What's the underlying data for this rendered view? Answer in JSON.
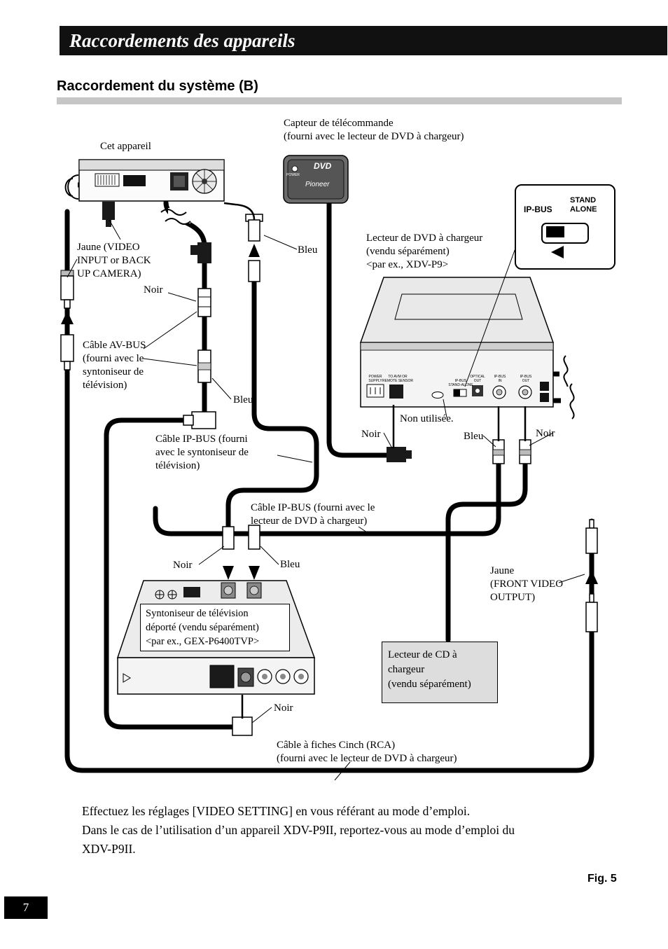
{
  "page": {
    "header_title": "Raccordements des appareils",
    "section_title": "Raccordement du système (B)",
    "body_lines": [
      "Effectuez les réglages [VIDEO SETTING] en vous référant au mode d’emploi.",
      "Dans le cas de l’utilisation d’un appareil XDV-P9II, reportez-vous au mode d’emploi du",
      "XDV-P9II."
    ],
    "fig_label": "Fig. 5",
    "page_number": "7"
  },
  "diagram": {
    "labels": {
      "unit": "Cet appareil",
      "remote_sensor": "Capteur de télécommande\n(fourni avec le lecteur de DVD à chargeur)",
      "jaune_video": "Jaune (VIDEO\nINPUT or BACK\nUP CAMERA)",
      "noir_1": "Noir",
      "bleu_1": "Bleu",
      "dvd": "Lecteur de DVD à chargeur\n(vendu séparément)\n<par ex., XDV-P9>",
      "avbus": "Câble AV-BUS\n(fourni avec le\nsyntoniseur de\ntélévision)",
      "bleu_2": "Bleu",
      "ipbus_tv": "Câble IP-BUS (fourni\navec le syntoniseur de\ntélévision)",
      "non_utilisee": "Non utilisée.",
      "noir_2": "Noir",
      "bleu_3": "Bleu",
      "noir_3": "Noir",
      "ipbus_dvd": "Câble IP-BUS (fourni avec le\nlecteur de DVD à chargeur)",
      "noir_4": "Noir",
      "bleu_4": "Bleu",
      "jaune_front": "Jaune\n(FRONT VIDEO\nOUTPUT)",
      "tuner": "Syntoniseur de télévision\ndéporté (vendu séparément)\n<par ex., GEX-P6400TVP>",
      "cd": "Lecteur de CD à\nchargeur\n(vendu séparément)",
      "noir_5": "Noir",
      "cinch": "Câble à fiches Cinch (RCA)\n(fourni avec le lecteur de DVD à chargeur)"
    },
    "device_text": {
      "sensor_power": "POWER",
      "sensor_logo": "DVD",
      "sensor_brand": "Pioneer",
      "switch_ipbus": "IP-BUS",
      "switch_standalone": "STAND\nALONE",
      "dvd_power_supply": "POWER\nSUPPLY",
      "dvd_remote_in": "TO AVM OR\nREMOTE SENSOR",
      "dvd_switch": "IP-BUS\nSTAND-ALONE",
      "dvd_optical": "OPTICAL\nOUT",
      "dvd_ipbus_in": "IP-BUS\nIN",
      "dvd_ipbus_out": "IP-BUS\nOUT"
    }
  }
}
